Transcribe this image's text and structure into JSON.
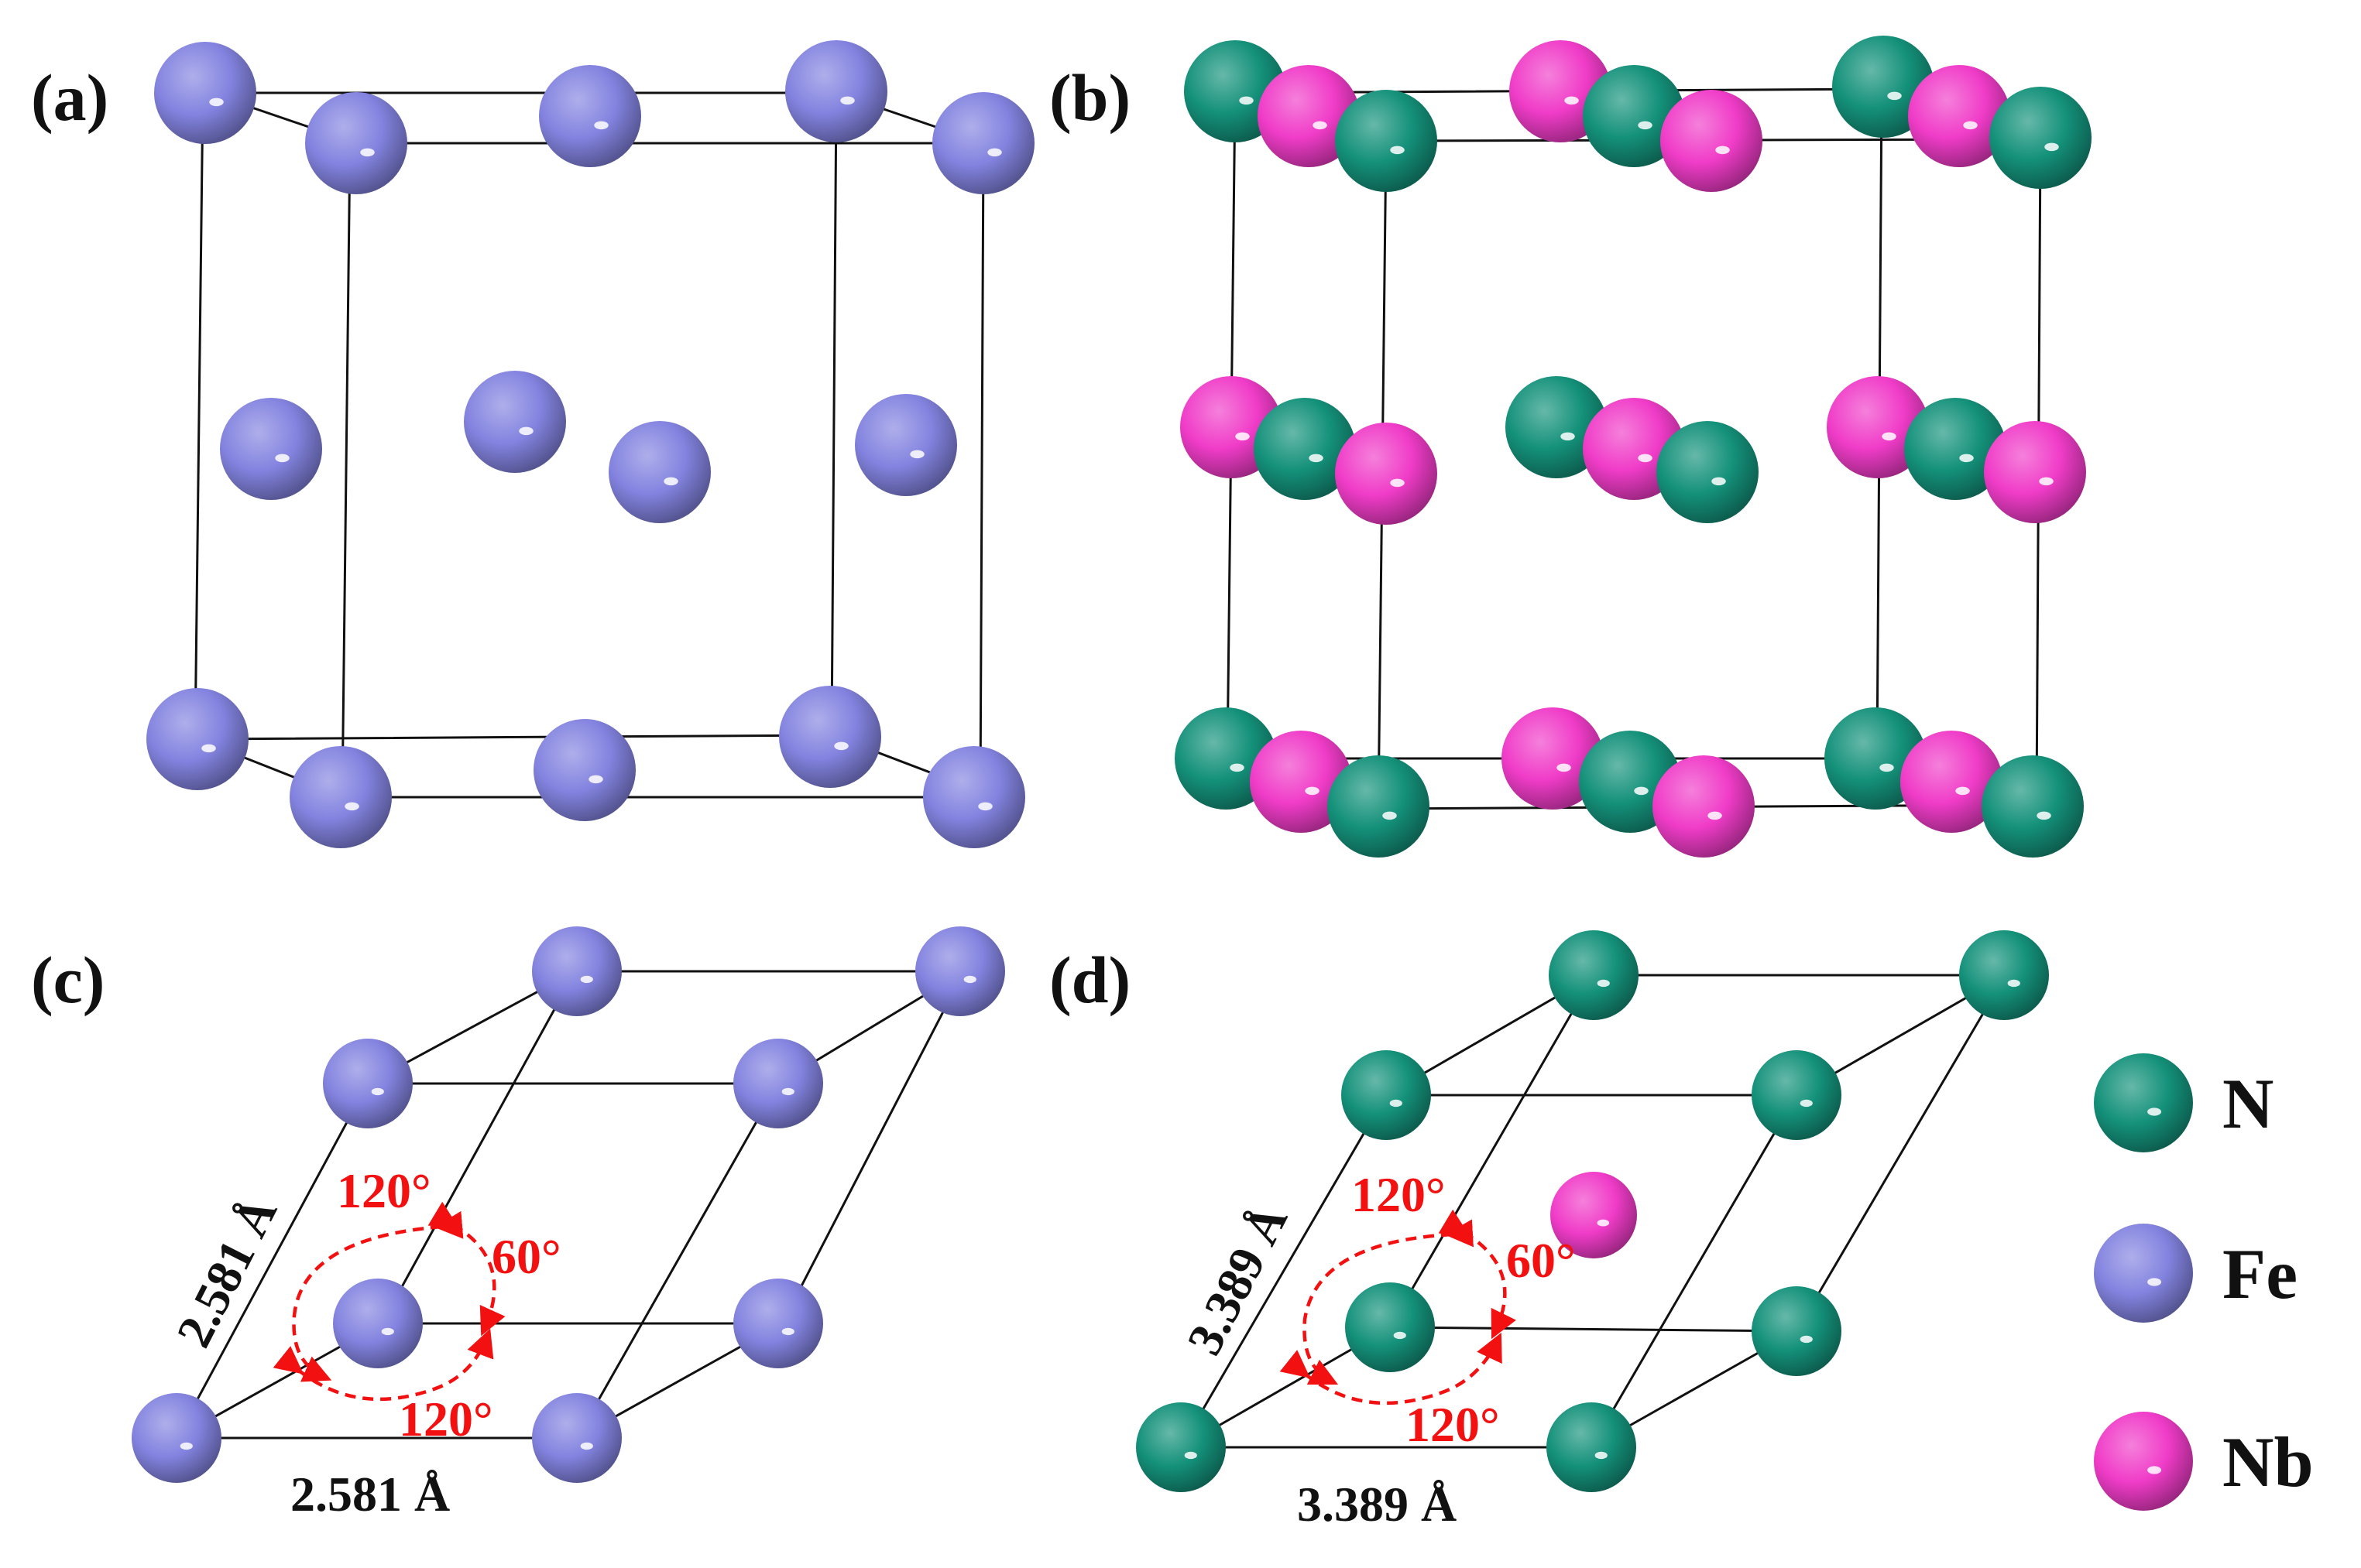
{
  "panels": {
    "a": {
      "label": "(a)"
    },
    "b": {
      "label": "(b)"
    },
    "c": {
      "label": "(c)",
      "dim_side": "2.581 Å",
      "dim_bottom": "2.581 Å",
      "angle_top": "120°",
      "angle_right": "60°",
      "angle_bottom": "120°"
    },
    "d": {
      "label": "(d)",
      "dim_side": "3.389 Å",
      "dim_bottom": "3.389 Å",
      "angle_top": "120°",
      "angle_right": "60°",
      "angle_bottom": "120°"
    }
  },
  "legend": [
    {
      "symbol": "N",
      "color": "#14917a"
    },
    {
      "symbol": "Fe",
      "color": "#8383e0"
    },
    {
      "symbol": "Nb",
      "color": "#f03cc8"
    }
  ],
  "colors": {
    "fe": "#8383e0",
    "n": "#14917a",
    "nb": "#f03cc8",
    "annotation": "#f21010"
  }
}
